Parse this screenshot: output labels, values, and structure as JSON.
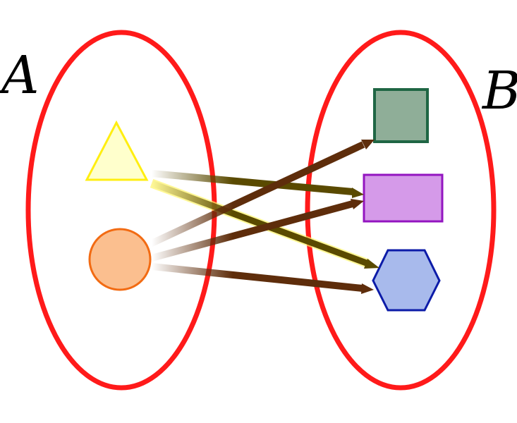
{
  "sets": {
    "a": {
      "label": "A"
    },
    "b": {
      "label": "B"
    }
  },
  "elements": {
    "a": [
      {
        "name": "triangle",
        "fill": "#ffffcc",
        "stroke": "#ffee11"
      },
      {
        "name": "circle",
        "fill": "#fbbf8f",
        "stroke": "#f26b13"
      }
    ],
    "b": [
      {
        "name": "square",
        "fill": "#8fae98",
        "stroke": "#1f6644"
      },
      {
        "name": "rectangle",
        "fill": "#d59ae9",
        "stroke": "#9315c0"
      },
      {
        "name": "hexagon",
        "fill": "#a8baec",
        "stroke": "#0c1ba8"
      }
    ]
  },
  "mappings": [
    {
      "from": "triangle",
      "to": "rectangle",
      "color": "#5a4a00"
    },
    {
      "from": "triangle",
      "to": "hexagon",
      "color": "#5a4a00"
    },
    {
      "from": "circle",
      "to": "square",
      "color": "#5e2d0b"
    },
    {
      "from": "circle",
      "to": "rectangle",
      "color": "#5e2d0b"
    },
    {
      "from": "circle",
      "to": "hexagon",
      "color": "#5e2d0b"
    }
  ],
  "colors": {
    "set_outline": "#ff1a1a",
    "background": "#ffffff"
  }
}
